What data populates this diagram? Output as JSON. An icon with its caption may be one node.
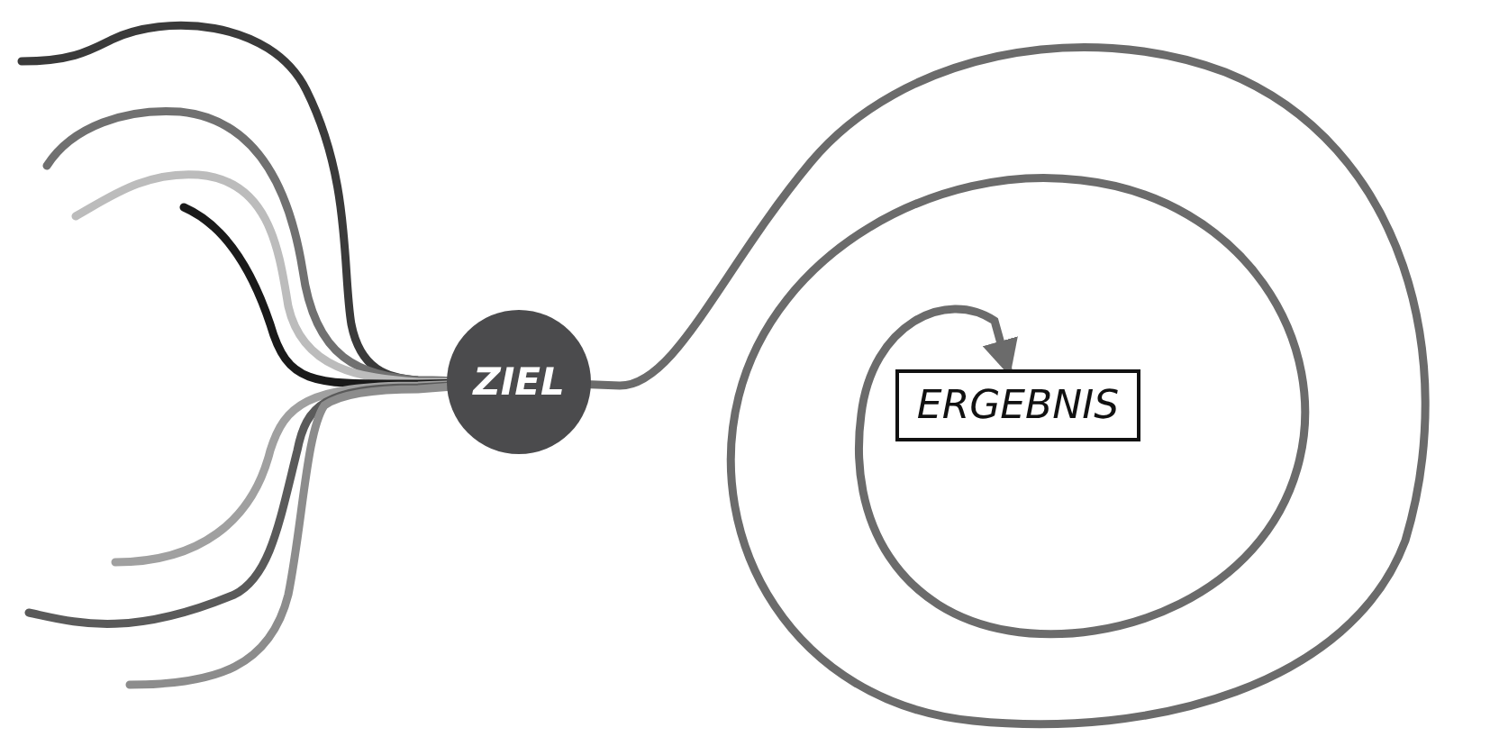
{
  "diagram": {
    "nodes": [
      {
        "text": [
          "ZIEL"
        ]
      },
      {
        "text": [
          "ERGEBNIS"
        ]
      }
    ],
    "edges": [
      {
        "from": null,
        "to": 0,
        "arrow": "none",
        "color": "#3a3a3a"
      },
      {
        "from": null,
        "to": 0,
        "arrow": "none",
        "color": "#707070"
      },
      {
        "from": null,
        "to": 0,
        "arrow": "none",
        "color": "#bcbcbc"
      },
      {
        "from": null,
        "to": 0,
        "arrow": "none",
        "color": "#1a1a1a"
      },
      {
        "from": null,
        "to": 0,
        "arrow": "none",
        "color": "#a0a0a0"
      },
      {
        "from": null,
        "to": 0,
        "arrow": "none",
        "color": "#5a5a5a"
      },
      {
        "from": null,
        "to": 0,
        "arrow": "none",
        "color": "#8c8c8c"
      },
      {
        "from": 0,
        "to": 1,
        "arrow": "to",
        "color": "#6b6b6b"
      }
    ]
  }
}
